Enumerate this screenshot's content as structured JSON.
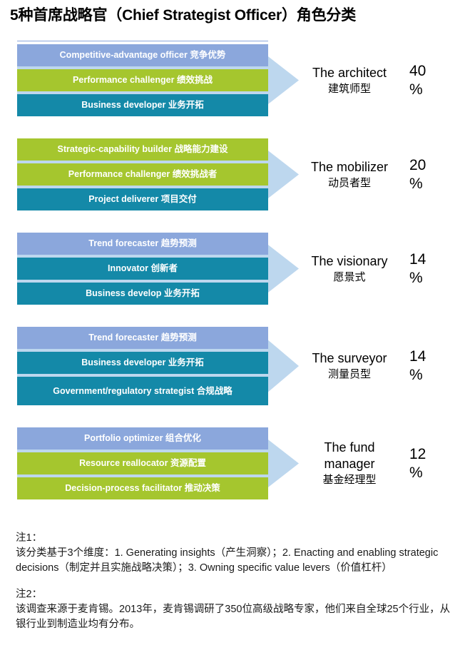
{
  "title": "5种首席战略官（Chief Strategist Officer）角色分类",
  "colors": {
    "periwinkle": "#8BA7DC",
    "green": "#A5C62E",
    "teal": "#1489A8",
    "arrow": "#BDD7EE",
    "rule": "#8BA7DC"
  },
  "chart_data": {
    "type": "bar",
    "title": "5种首席战略官（Chief Strategist Officer）角色分类",
    "xlabel": "",
    "ylabel": "",
    "legend": "none",
    "categories": [
      "The architect",
      "The mobilizer",
      "The visionary",
      "The surveyor",
      "The fund manager"
    ],
    "values": [
      40,
      20,
      14,
      14,
      12
    ],
    "value_unit": "%",
    "groups": [
      {
        "role_en": "The architect",
        "role_cn": "建筑师型",
        "percent": "40",
        "percent_sign": "%",
        "bars": [
          {
            "text": "Competitive-advantage officer 竞争优势",
            "color": "periwinkle",
            "tall": false
          },
          {
            "text": "Performance challenger 绩效挑战",
            "color": "green",
            "tall": false
          },
          {
            "text": "Business developer 业务开拓",
            "color": "teal",
            "tall": false
          }
        ]
      },
      {
        "role_en": "The mobilizer",
        "role_cn": "动员者型",
        "percent": "20",
        "percent_sign": "%",
        "bars": [
          {
            "text": "Strategic-capability builder 战略能力建设",
            "color": "green",
            "tall": false
          },
          {
            "text": "Performance challenger 绩效挑战者",
            "color": "green",
            "tall": false
          },
          {
            "text": "Project deliverer 项目交付",
            "color": "teal",
            "tall": false
          }
        ]
      },
      {
        "role_en": "The visionary",
        "role_cn": "愿景式",
        "percent": "14",
        "percent_sign": "%",
        "bars": [
          {
            "text": "Trend forecaster 趋势预测",
            "color": "periwinkle",
            "tall": false
          },
          {
            "text": "Innovator 创新者",
            "color": "teal",
            "tall": false
          },
          {
            "text": "Business develop 业务开拓",
            "color": "teal",
            "tall": false
          }
        ]
      },
      {
        "role_en": "The surveyor",
        "role_cn": "测量员型",
        "percent": "14",
        "percent_sign": "%",
        "bars": [
          {
            "text": "Trend forecaster 趋势预测",
            "color": "periwinkle",
            "tall": false
          },
          {
            "text": "Business developer 业务开拓",
            "color": "teal",
            "tall": false
          },
          {
            "text": "Government/regulatory strategist 合规战略",
            "color": "teal",
            "tall": true
          }
        ]
      },
      {
        "role_en": "The fund manager",
        "role_cn": "基金经理型",
        "percent": "12",
        "percent_sign": "%",
        "bars": [
          {
            "text": "Portfolio optimizer 组合优化",
            "color": "periwinkle",
            "tall": false
          },
          {
            "text": "Resource reallocator 资源配置",
            "color": "green",
            "tall": false
          },
          {
            "text": "Decision-process facilitator 推动决策",
            "color": "green",
            "tall": false
          }
        ]
      }
    ]
  },
  "notes": [
    {
      "label": "注1：",
      "body": "该分类基于3个维度：1. Generating insights（产生洞察）；2. Enacting and enabling strategic decisions（制定并且实施战略决策）；3. Owning specific value levers（价值杠杆）"
    },
    {
      "label": "注2：",
      "body": "该调查来源于麦肯锡。2013年，麦肯锡调研了350位高级战略专家，他们来自全球25个行业，从银行业到制造业均有分布。"
    }
  ]
}
